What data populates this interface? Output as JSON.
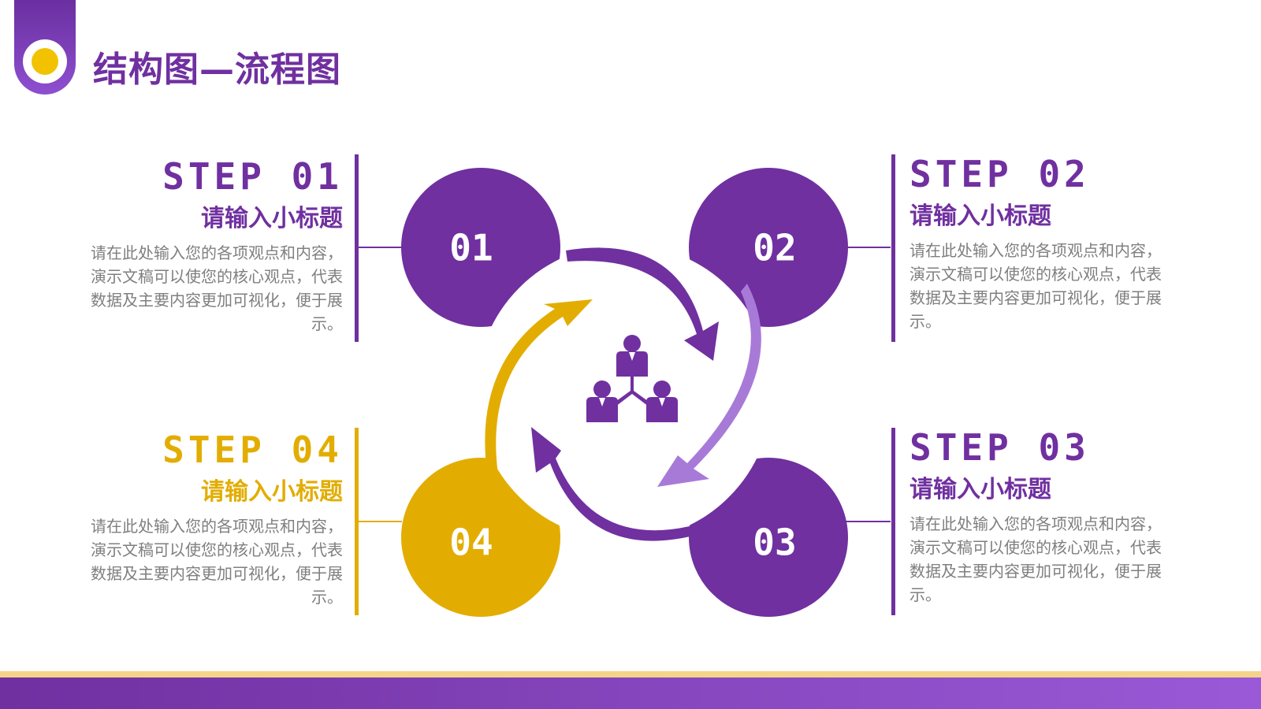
{
  "title": "结构图—流程图",
  "colors": {
    "purple": "#7030a0",
    "gold": "#e2ad00",
    "light_purple": "#a87ad8",
    "body_gray": "#7f7f7f"
  },
  "center_icon": "org-chart-people-icon",
  "steps": [
    {
      "id": "01",
      "label": "STEP  01",
      "number": "01",
      "subtitle": "请输入小标题",
      "body": "请在此处输入您的各项观点和内容，演示文稿可以使您的核心观点，代表数据及主要内容更加可视化，便于展示。",
      "color": "#7030a0"
    },
    {
      "id": "02",
      "label": "STEP  02",
      "number": "02",
      "subtitle": "请输入小标题",
      "body": "请在此处输入您的各项观点和内容，演示文稿可以使您的核心观点，代表数据及主要内容更加可视化，便于展示。",
      "color": "#7030a0"
    },
    {
      "id": "03",
      "label": "STEP  03",
      "number": "03",
      "subtitle": "请输入小标题",
      "body": "请在此处输入您的各项观点和内容，演示文稿可以使您的核心观点，代表数据及主要内容更加可视化，便于展示。",
      "color": "#7030a0"
    },
    {
      "id": "04",
      "label": "STEP  04",
      "number": "04",
      "subtitle": "请输入小标题",
      "body": "请在此处输入您的各项观点和内容，演示文稿可以使您的核心观点，代表数据及主要内容更加可视化，便于展示。",
      "color": "#e2ad00"
    }
  ]
}
